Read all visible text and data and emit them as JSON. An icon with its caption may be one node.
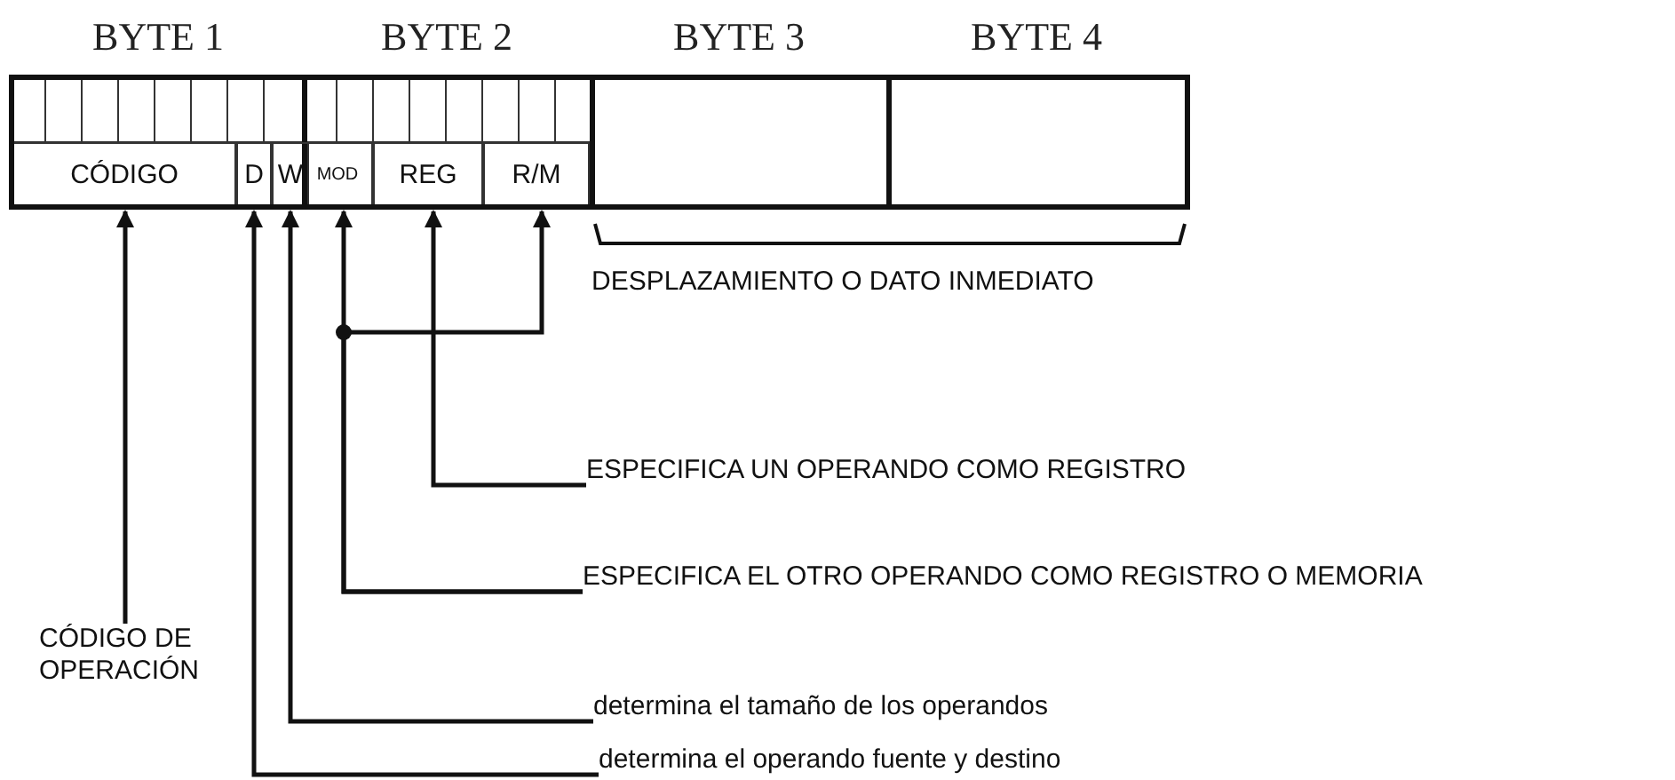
{
  "diagram": {
    "nodes": [
      {
        "text": [
          "BYTE 1"
        ]
      },
      {
        "text": [
          "CÓDIGO"
        ],
        "in": 0
      },
      {
        "text": [
          "D"
        ],
        "in": 0
      },
      {
        "text": [
          "W"
        ],
        "in": 0
      },
      {
        "text": [
          "BYTE 2"
        ]
      },
      {
        "text": [
          "MOD"
        ],
        "in": 4
      },
      {
        "text": [
          "REG"
        ],
        "in": 4
      },
      {
        "text": [
          "R/M"
        ],
        "in": 4
      },
      {
        "text": [
          "BYTE 3"
        ]
      },
      {
        "text": [
          "BYTE 4"
        ]
      },
      {
        "text": [
          "ESPECIFICA UN OPERANDO COMO REGISTRO"
        ]
      },
      {
        "text": [
          "ESPECIFICA EL OTRO OPERANDO COMO REGISTRO O MEMORIA"
        ]
      },
      {
        "text": [
          "CÓDIGO DE OPERACIÓN"
        ]
      },
      {
        "text": [
          "determina el tamaño de los operandos"
        ]
      },
      {
        "text": [
          "determina el operando fuente y destino"
        ]
      }
    ],
    "edges": [
      {
        "from": 12,
        "to": 1,
        "arrow": "to"
      },
      {
        "from": 14,
        "to": 2,
        "arrow": "to"
      },
      {
        "from": 13,
        "to": 3,
        "arrow": "to"
      },
      {
        "from": 11,
        "to": 5,
        "arrow": "to"
      },
      {
        "from": 11,
        "to": 7,
        "arrow": "to"
      },
      {
        "from": 10,
        "to": 6,
        "arrow": "to"
      }
    ],
    "labels": [
      "DESPLAZAMIENTO O DATO INMEDIATO"
    ]
  }
}
